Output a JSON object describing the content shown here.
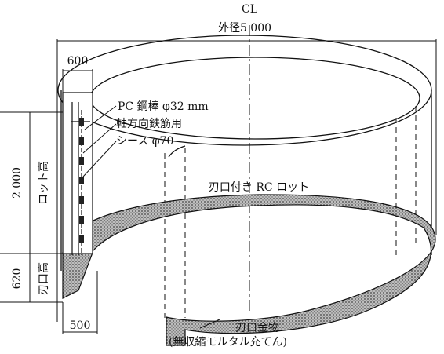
{
  "labels": {
    "centerline": "CL",
    "outer_diameter": "外径5 000",
    "wall_thickness": "600",
    "pc_bar": "PC 鋼棒 φ32 mm",
    "axial_rebar": "軸方向鉄筋用",
    "sheath": "シース φ70",
    "lot_height_value": "2 000",
    "lot_height_label": "ロット高",
    "rc_lot": "刃口付き RC ロット",
    "edge_height_value": "620",
    "edge_height_label": "刃口高",
    "edge_width": "500",
    "edge_metal": "刃口金物",
    "mortar_fill": "(無収縮モルタル充てん)"
  },
  "colors": {
    "line": "#111111",
    "hatch": "#555555",
    "background": "#ffffff"
  }
}
